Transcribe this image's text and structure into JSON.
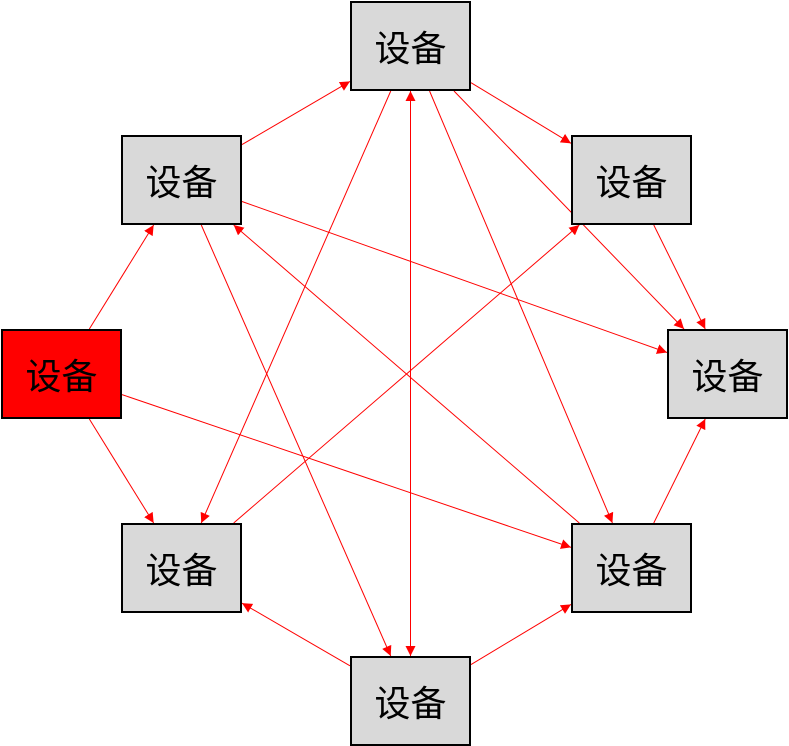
{
  "colors": {
    "edge": "#ff0000",
    "node_fill": "#d9d9d9",
    "source_fill": "#ff0000",
    "border": "#000000"
  },
  "nodes": [
    {
      "id": "top",
      "label": "设备"
    },
    {
      "id": "ul",
      "label": "设备"
    },
    {
      "id": "ur",
      "label": "设备"
    },
    {
      "id": "l",
      "label": "设备",
      "highlight": true
    },
    {
      "id": "r",
      "label": "设备"
    },
    {
      "id": "ll",
      "label": "设备"
    },
    {
      "id": "lr",
      "label": "设备"
    },
    {
      "id": "bot",
      "label": "设备"
    }
  ],
  "edges": [
    {
      "from": "l",
      "to": "ul"
    },
    {
      "from": "l",
      "to": "ll"
    },
    {
      "from": "l",
      "to": "lr"
    },
    {
      "from": "ul",
      "to": "top"
    },
    {
      "from": "ul",
      "to": "r"
    },
    {
      "from": "ul",
      "to": "bot"
    },
    {
      "from": "top",
      "to": "ur"
    },
    {
      "from": "top",
      "to": "r"
    },
    {
      "from": "top",
      "to": "lr"
    },
    {
      "from": "top",
      "to": "ll"
    },
    {
      "from": "top",
      "to": "bot"
    },
    {
      "from": "ur",
      "to": "r"
    },
    {
      "from": "lr",
      "to": "r"
    },
    {
      "from": "lr",
      "to": "ul"
    },
    {
      "from": "ll",
      "to": "ur"
    },
    {
      "from": "bot",
      "to": "ll"
    },
    {
      "from": "bot",
      "to": "lr"
    },
    {
      "from": "bot",
      "to": "top"
    }
  ]
}
